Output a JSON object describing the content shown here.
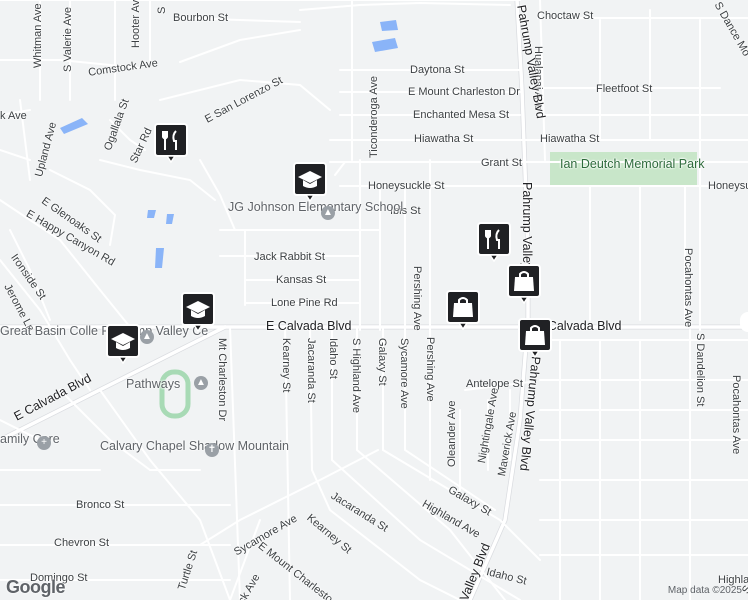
{
  "map": {
    "streets": {
      "e_calvada_blvd_top": "E Calvada Blvd",
      "e_calvada_blvd_right": "E Calvada Blvd",
      "e_calvada_blvd_left": "E Calvada Blvd",
      "pahrump_valley_blvd_north": "Pahrump Valley Blvd",
      "pahrump_valley_blvd_mid": "Pahrump Valley Blvd",
      "pahrump_valley_blvd_south": "Valley Blvd",
      "bourbon": "Bourbon St",
      "comstock": "Comstock Ave",
      "choctaw": "Choctaw St",
      "daytona": "Daytona St",
      "e_mount_charleston_dr": "E Mount Charleston Dr",
      "fleetfoot": "Fleetfoot St",
      "enchanted_mesa": "Enchanted Mesa St",
      "hiawatha_1": "Hiawatha St",
      "hiawatha_2": "Hiawatha St",
      "grant": "Grant St",
      "honeysuckle_1": "Honeysuckle St",
      "honeysuckle_2": "Honeysucl",
      "ibis": "Ibis St",
      "jack_rabbit": "Jack Rabbit St",
      "kansas": "Kansas St",
      "lone_pine": "Lone Pine Rd",
      "antelope": "Antelope St",
      "bronco": "Bronco St",
      "chevron": "Chevron St",
      "domingo": "Domingo St",
      "e_san_lorenzo": "E San Lorenzo St",
      "e_glenoaks": "E Glenoaks St",
      "e_happy_canyon": "E Happy Canyon Rd",
      "ironside": "Ironside St",
      "jerome": "Jerome Ln",
      "ogallala": "Ogallala St",
      "star_rd": "Star Rd",
      "upland": "Upland Ave",
      "whitman": "Whitman Ave",
      "s_valerie": "S Valerie Ave",
      "hooter": "Hooter Ave",
      "s_street_top": "S",
      "ticonderoga": "Ticonderoga Ave",
      "pershing_1": "Pershing Ave",
      "pershing_2": "Pershing Ave",
      "hualapai": "Hualapai Ave",
      "pocahontas_1": "Pocahontas Ave",
      "pocahontas_2": "Pocahontas Ave",
      "s_dandelion": "S Dandelion St",
      "s_dancing": "S Dance Mo",
      "mt_charleston_dr": "Mt Charleston Dr",
      "kearney_1": "Kearney St",
      "kearney_2": "Kearney St",
      "jacaranda_1": "Jacaranda St",
      "jacaranda_2": "Jacaranda St",
      "idaho_1": "Idaho St",
      "idaho_2": "Idaho St",
      "s_highland": "S Highland Ave",
      "highland": "Highland Ave",
      "highla": "Highla",
      "galaxy_1": "Galaxy St",
      "galaxy_2": "Galaxy St",
      "sycamore_1": "Sycamore Ave",
      "sycamore_2": "Sycamore Ave",
      "oleander": "Oleander Ave",
      "nightingale": "Nightingale Ave",
      "maverick": "Maverick Ave",
      "turtle": "Turtle St",
      "e_mount_charleston_s": "E Mount Charlesto",
      "ck_ave": "ck Ave",
      "k_ave_left": "k Ave",
      "s_partial": "S"
    },
    "places": {
      "park_name": "Ian Deutch Memorial Park",
      "school_jg_johnson": "JG Johnson Elementary School",
      "great_basin": "Great Basin Colle Pahrump Valley Ce",
      "pathways": "Pathways",
      "calvary_chapel": "Calvary Chapel Shadow Mountain",
      "family_care": "amily Care"
    },
    "attribution": "Map data ©2025",
    "logo": "Google",
    "markers": [
      {
        "type": "restaurant-icon",
        "name": "restaurant-marker"
      },
      {
        "type": "restaurant-icon",
        "name": "restaurant-marker"
      },
      {
        "type": "school-icon",
        "name": "school-marker"
      },
      {
        "type": "school-icon",
        "name": "school-marker"
      },
      {
        "type": "school-icon",
        "name": "school-marker"
      },
      {
        "type": "shopping-bag-icon",
        "name": "shopping-marker"
      },
      {
        "type": "shopping-bag-icon",
        "name": "shopping-marker"
      },
      {
        "type": "shopping-bag-icon",
        "name": "shopping-marker"
      }
    ],
    "colors": {
      "background": "#f1f3f4",
      "road": "#ffffff",
      "road_casing": "#dadce0",
      "park": "#c8e6c9",
      "water": "#8ab4f8",
      "marker_bg": "#202124",
      "marker_border": "#ffffff"
    }
  }
}
